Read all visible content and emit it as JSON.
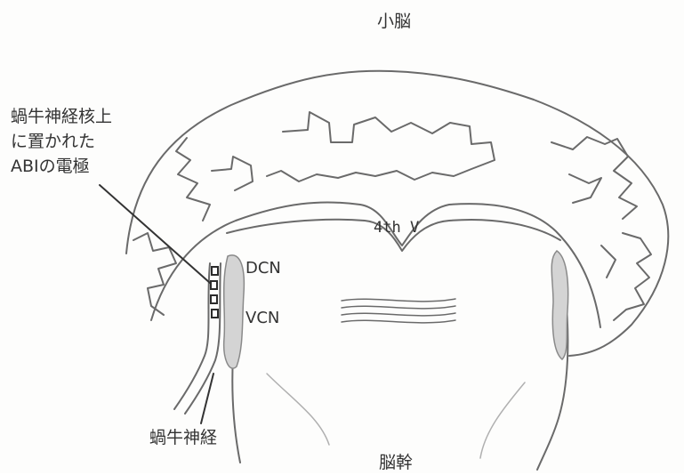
{
  "labels": {
    "cerebellum": "小脳",
    "electrode": "蝸牛神経核上\nに置かれた\nABIの電極",
    "fourth_ventricle": "4th V",
    "dcn": "DCN",
    "vcn": "VCN",
    "cochlear_nerve": "蝸牛神経",
    "brainstem": "脳幹"
  },
  "colors": {
    "outline": "#6a6a6a",
    "nucleus_fill": "#d4d4d4",
    "electrode_fill": "#2b2b2b",
    "text": "#333333"
  }
}
